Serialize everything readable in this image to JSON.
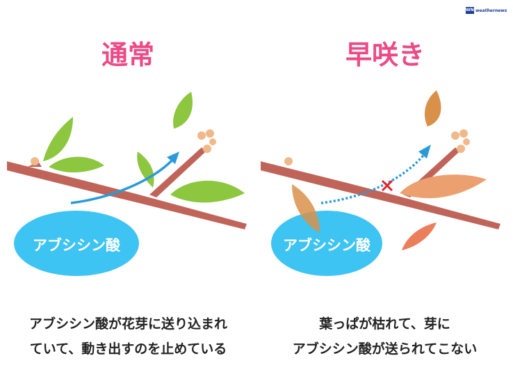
{
  "logo": {
    "mark": "WNI",
    "text": "weathernews"
  },
  "left": {
    "title": "通常",
    "label": "アブシシン酸",
    "caption_lines": [
      "アブシシン酸が花芽に送り込まれ",
      "ていて、動き出すのを止めている"
    ]
  },
  "right": {
    "title": "早咲き",
    "label": "アブシシン酸",
    "caption_lines": [
      "葉っぱが枯れて、芽に",
      "アブシシン酸が送られてこない"
    ]
  },
  "colors": {
    "title": "#ec4a86",
    "ellipse": "#3ec4f2",
    "branch": "#c0645a",
    "leaf_green": "#8dc63f",
    "leaf_dead": "#d9914a",
    "arrow": "#2a9ad8",
    "cross": "#e8202a"
  }
}
